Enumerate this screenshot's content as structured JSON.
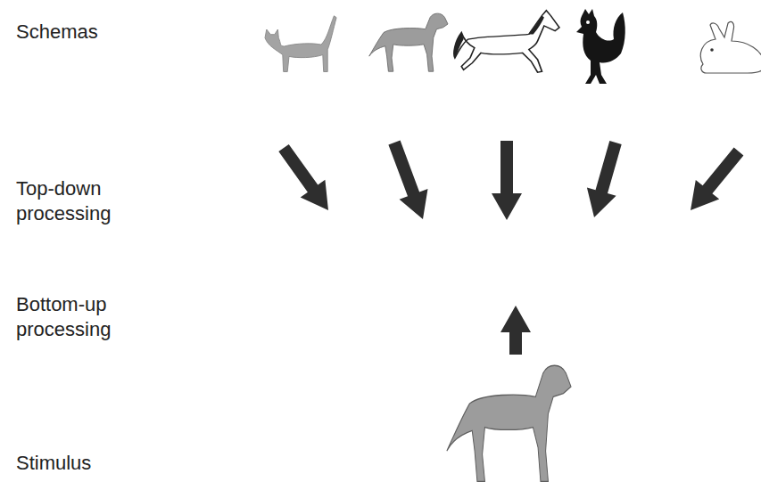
{
  "diagram": {
    "labels": [
      "Schemas",
      "Top-down processing",
      "Bottom-up processing",
      "Stimulus"
    ]
  }
}
